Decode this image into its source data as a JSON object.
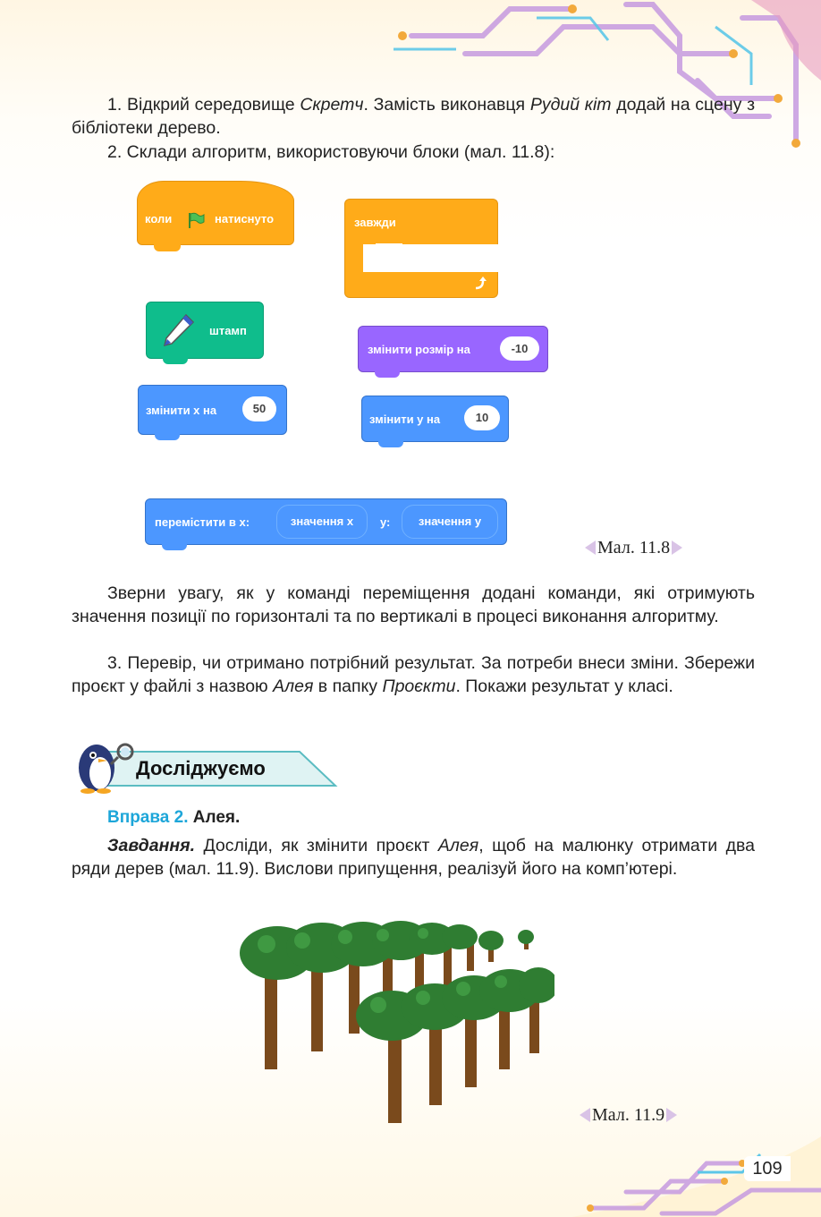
{
  "paragraphs": {
    "p1_num": "1.",
    "p1_a": "Відкрий середовище ",
    "p1_scratch": "Скретч",
    "p1_b": ". Замість виконавця ",
    "p1_cat": "Рудий кіт",
    "p1_c": " додай на сцену з бібліотеки дерево.",
    "p2": "2. Склади алгоритм, використовуючи блоки (мал. 11.8):",
    "p3": "Зверни увагу, як у команді переміщення додані команди, які отримують значення позиції по горизонталі та по вертикалі в процесі виконання алгоритму.",
    "p4_a": "3. Перевір, чи отримано потрібний результат. За потреби внеси зміни. Збережи проєкт у файлі з назвою ",
    "p4_alley": "Алея",
    "p4_b": " в папку ",
    "p4_projects": "Проєкти",
    "p4_c": ". Покажи результат у класі.",
    "task_label": "Завдання.",
    "task_a": " Досліди, як змінити проєкт ",
    "task_alley": "Алея",
    "task_b": ", щоб на малюнку отримати два ряди дерев (мал. 11.9). Вислови припущення, реалізуй його на комп’ютері."
  },
  "blocks": {
    "hat_when": "коли",
    "hat_clicked": "натиснуто",
    "forever": "завжди",
    "stamp": "штамп",
    "change_size": "змінити розмір на",
    "change_size_val": "-10",
    "change_x": "змінити х на",
    "change_x_val": "50",
    "change_y": "змінити у на",
    "change_y_val": "10",
    "goto": "перемістити в х:",
    "goto_xval": "значення х",
    "goto_y": "у:",
    "goto_yval": "значення у"
  },
  "captions": {
    "fig1": "Мал. 11.8",
    "fig2": "Мал. 11.9"
  },
  "section": {
    "title": "Досліджуємо"
  },
  "exercise": {
    "num": "Вправа 2.",
    "name": "Алея."
  },
  "page_number": "109",
  "colors": {
    "events": "#ffab19",
    "pen": "#0fbd8c",
    "looks": "#9966ff",
    "motion": "#4c97ff",
    "accent_blue": "#1da6d9",
    "circuit_purple": "#b98fd6"
  }
}
